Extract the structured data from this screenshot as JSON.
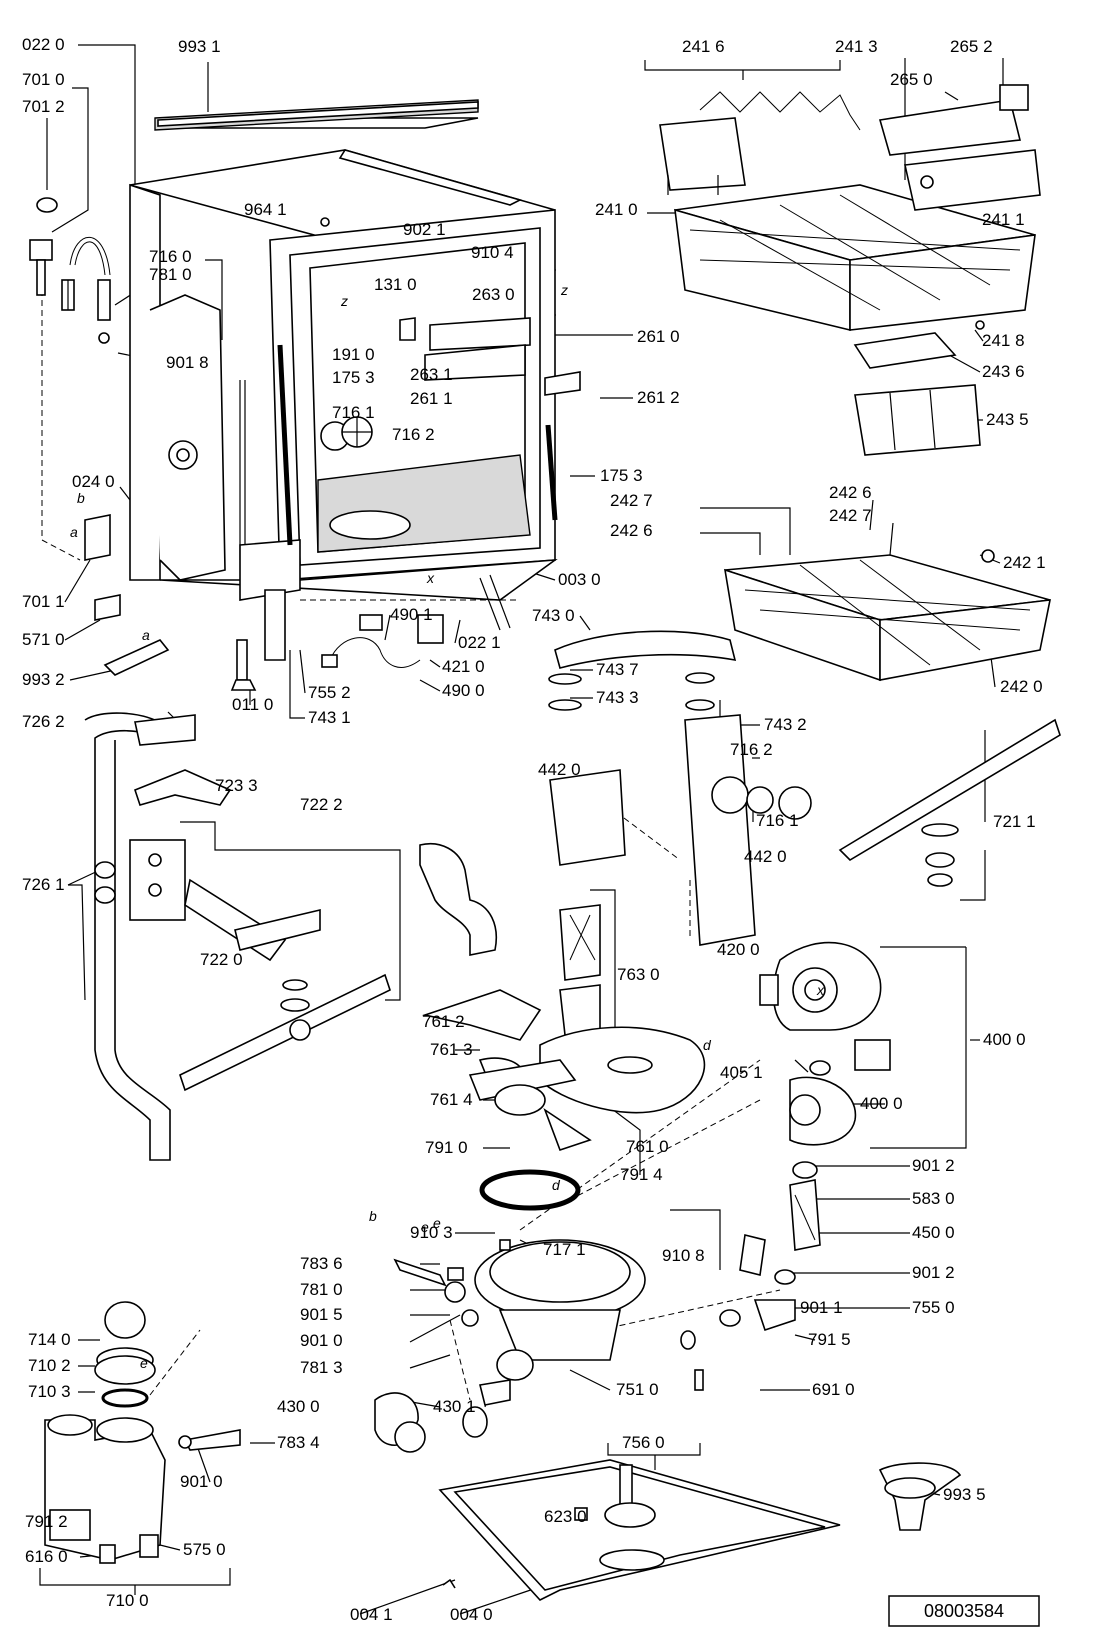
{
  "diagram_code": "08003584",
  "labels": [
    "022 0",
    "993 1",
    "701 0",
    "701 2",
    "964 1",
    "902 1",
    "910 4",
    "716 0",
    "781 0",
    "131 0",
    "263 0",
    "901 8",
    "191 0",
    "175 3",
    "263 1",
    "261 1",
    "261 0",
    "261 2",
    "716 1",
    "716 2",
    "175 3",
    "024 0",
    "003 0",
    "701 1",
    "490 1",
    "022 1",
    "571 0",
    "421 0",
    "490 0",
    "993 2",
    "755 2",
    "743 1",
    "011 0",
    "241 6",
    "241 3",
    "265 2",
    "265 0",
    "241 0",
    "241 1",
    "241 8",
    "243 6",
    "243 5",
    "242 6",
    "242 7",
    "242 7",
    "242 6",
    "242 1",
    "242 0",
    "743 0",
    "743 7",
    "743 3",
    "743 2",
    "716 2",
    "716 1",
    "442 0",
    "442 0",
    "726 2",
    "723 3",
    "722 2",
    "726 1",
    "721 1",
    "722 0",
    "763 0",
    "761 2",
    "420 0",
    "400 0",
    "405 1",
    "400 0",
    "761 3",
    "761 4",
    "761 0",
    "901 2",
    "583 0",
    "450 0",
    "791 0",
    "791 4",
    "910 3",
    "717 1",
    "783 6",
    "910 8",
    "901 2",
    "781 0",
    "755 0",
    "901 5",
    "901 0",
    "901 1",
    "781 3",
    "791 5",
    "751 0",
    "691 0",
    "714 0",
    "710 2",
    "710 3",
    "430 0",
    "430 1",
    "783 4",
    "756 0",
    "901 0",
    "623 0",
    "993 5",
    "791 2",
    "575 0",
    "616 0",
    "004 1",
    "004 0",
    "710 0"
  ],
  "letters": [
    "b",
    "a",
    "a",
    "z",
    "z",
    "x",
    "x",
    "d",
    "d",
    "e",
    "b",
    "e",
    "e"
  ]
}
